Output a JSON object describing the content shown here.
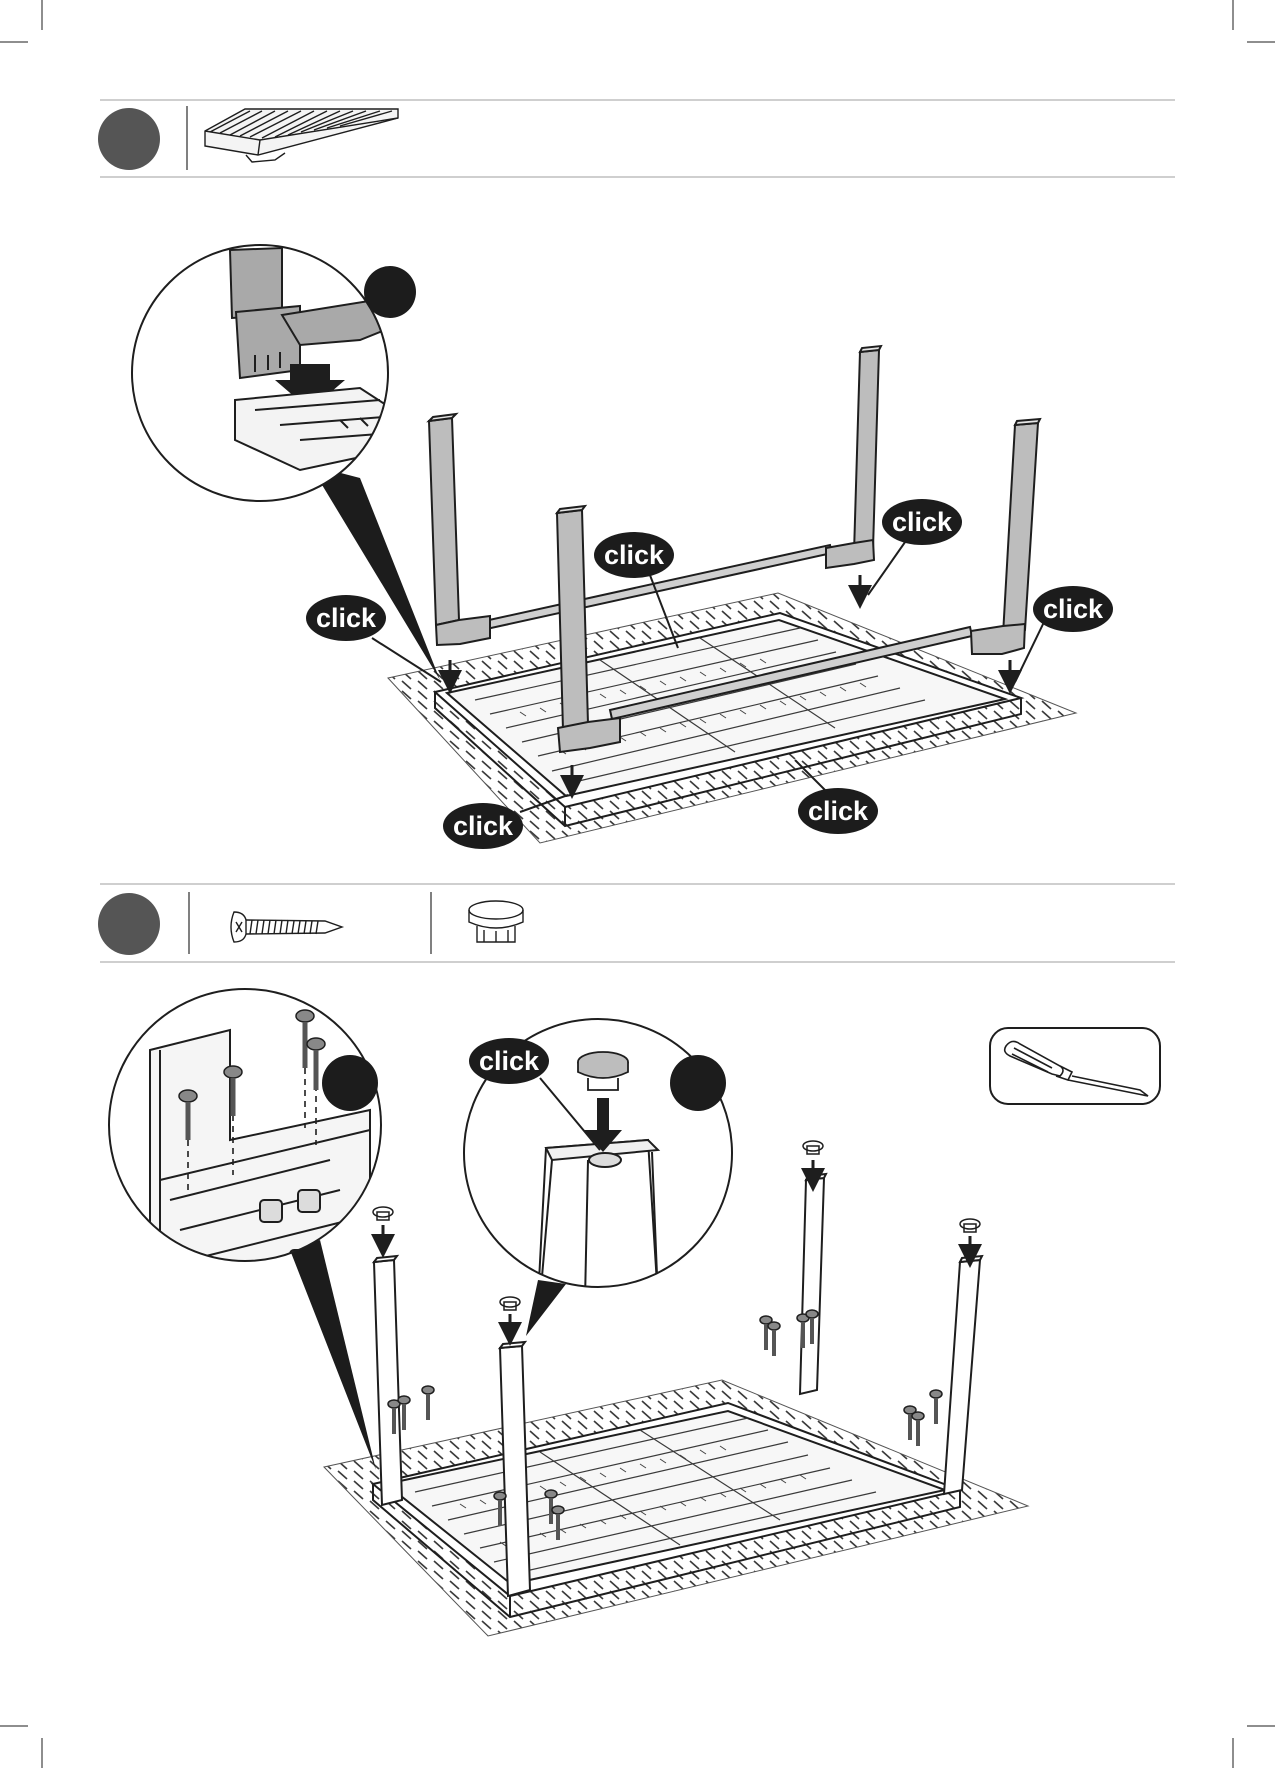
{
  "step1": {
    "callout_text": {
      "top_right": "click",
      "middle": "click",
      "left": "click",
      "right": "click",
      "bottom_left": "click",
      "bottom_center": "click"
    }
  },
  "step2": {
    "callout_text": {
      "cap_detail": "click"
    }
  },
  "colors": {
    "badge": "#555555",
    "callout": "#1c1c1c",
    "leg_fill": "#b8b8b8",
    "line": "#1e1e1e"
  }
}
